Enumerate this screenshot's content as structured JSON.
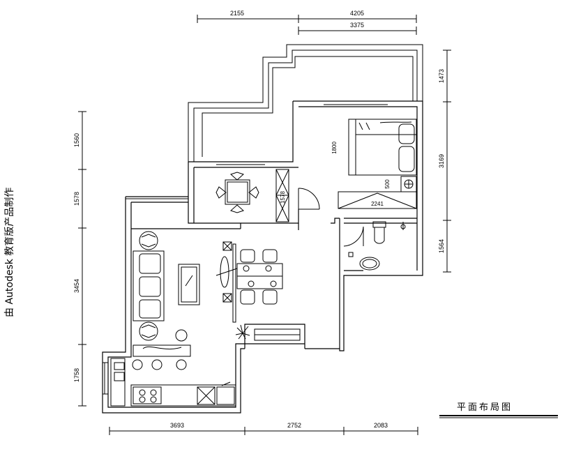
{
  "watermark": "由 Autodesk 教育版产品制作",
  "title": "平面布局图",
  "dims": {
    "top": [
      "2155",
      "4205",
      "3375"
    ],
    "right": [
      "1473",
      "3169",
      "1564"
    ],
    "left": [
      "1560",
      "1578",
      "3454",
      "1758"
    ],
    "bottom": [
      "3693",
      "2752",
      "2083"
    ]
  },
  "labels": {
    "bed_size": "1800",
    "wardrobe": "2241",
    "cabinet": "1578",
    "nightstand": "500"
  }
}
